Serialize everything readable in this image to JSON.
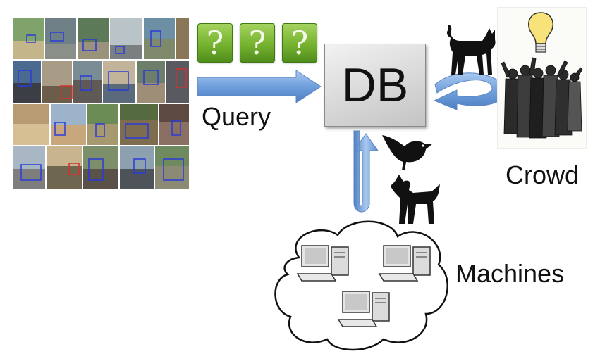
{
  "labels": {
    "db": "DB",
    "query": "Query",
    "crowd": "Crowd",
    "machines": "Machines"
  },
  "query_boxes": [
    "?",
    "?",
    "?"
  ],
  "colors": {
    "arrow_blue": "#6f9fdc",
    "question_green": "#75b22f",
    "db_gray": "#d8d8d8"
  },
  "icons": [
    "photo-collage-grid",
    "cat-icon",
    "bird-icon",
    "dog-icon",
    "lightbulb-icon",
    "crowd-icon",
    "computer-icon",
    "cloud-icon"
  ]
}
